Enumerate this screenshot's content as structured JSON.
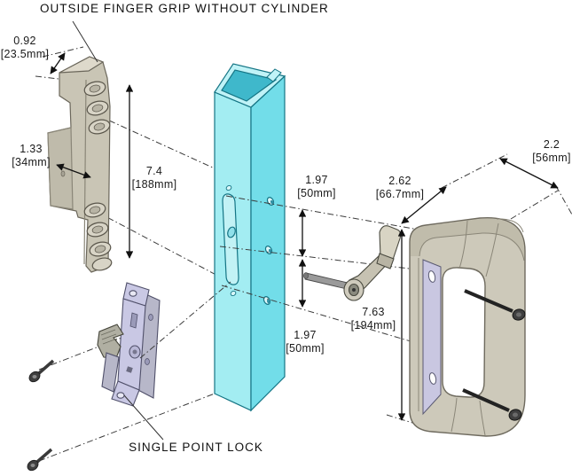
{
  "diagram": {
    "title": "OUTSIDE FINGER GRIP WITHOUT CYLINDER",
    "bottom_label": "SINGLE POINT LOCK",
    "dimensions": {
      "grip_depth": {
        "in": "0.92",
        "mm": "[23.5mm]"
      },
      "grip_width": {
        "in": "1.33",
        "mm": "[34mm]"
      },
      "grip_height": {
        "in": "7.4",
        "mm": "[188mm]"
      },
      "hole_spacing_upper": {
        "in": "1.97",
        "mm": "[50mm]"
      },
      "hole_spacing_lower": {
        "in": "1.97",
        "mm": "[50mm]"
      },
      "handle_projection": {
        "in": "2.62",
        "mm": "[66.7mm]"
      },
      "handle_depth": {
        "in": "2.2",
        "mm": "[56mm]"
      },
      "handle_height": {
        "in": "7.63",
        "mm": "[194mm]"
      }
    },
    "colors": {
      "extrusion_light": "#a3edf2",
      "extrusion_mid": "#72dde9",
      "extrusion_top": "#c0f3f7",
      "extrusion_dark": "#3fb8cb",
      "metal_light": "#cdc9ba",
      "metal_mid": "#c9c5b5",
      "metal_dark": "#b5b1a1",
      "lock_body": "#c9c8e4",
      "plate_lavender": "#c9c7e1",
      "screw_dark": "#3f3f3f",
      "line": "#3c3c3c",
      "text": "#1a1a1a"
    }
  }
}
